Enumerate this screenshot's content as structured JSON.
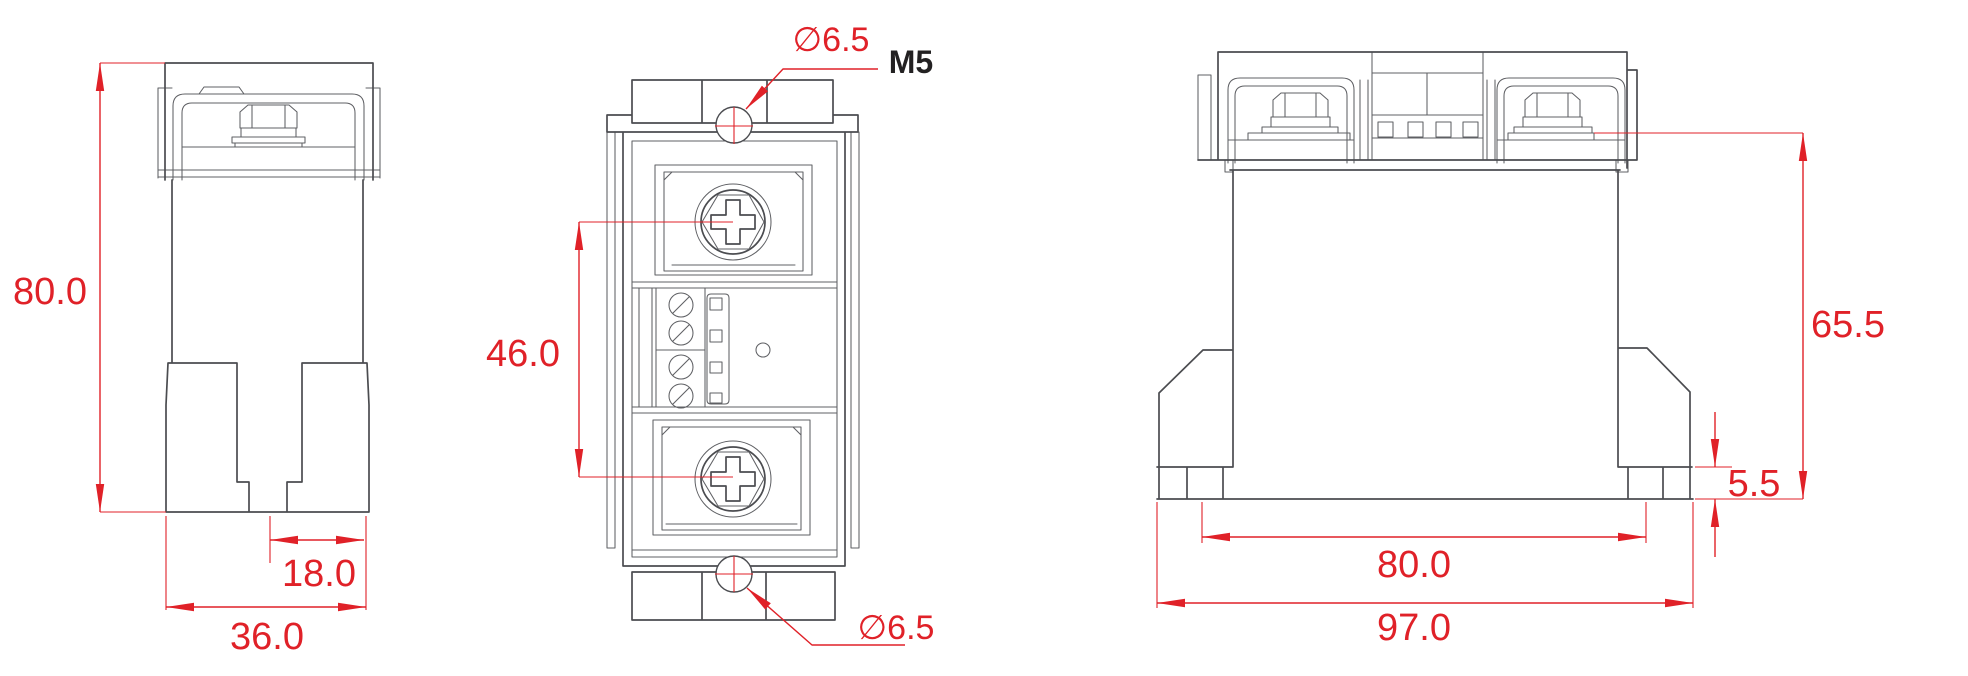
{
  "dimensions": {
    "side_height": "80.0",
    "side_tab_offset": "18.0",
    "side_width": "36.0",
    "top_mount_hole_diameter": "∅6.5",
    "terminal_thread": "M5",
    "terminal_screw_spacing": "46.0",
    "bottom_mount_hole_diameter": "∅6.5",
    "front_height": "65.5",
    "base_lip_height": "5.5",
    "mount_hole_spacing": "80.0",
    "front_width": "97.0"
  },
  "colors": {
    "dimension_red": "#e02128",
    "outline_gray": "#4b4c50",
    "thread_label_black": "#232122"
  }
}
